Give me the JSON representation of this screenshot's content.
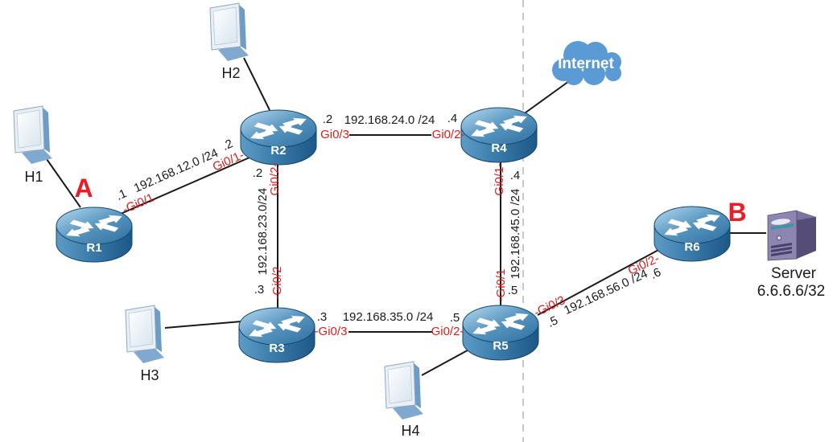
{
  "diagram": {
    "markers": {
      "a": "A",
      "b": "B"
    },
    "nodes": {
      "r1": {
        "label": "R1"
      },
      "r2": {
        "label": "R2"
      },
      "r3": {
        "label": "R3"
      },
      "r4": {
        "label": "R4"
      },
      "r5": {
        "label": "R5"
      },
      "r6": {
        "label": "R6"
      },
      "h1": {
        "label": "H1"
      },
      "h2": {
        "label": "H2"
      },
      "h3": {
        "label": "H3"
      },
      "h4": {
        "label": "H4"
      },
      "internet": {
        "label": "Internet"
      },
      "server": {
        "label": "Server",
        "address": "6.6.6.6/32"
      }
    },
    "links": {
      "r1_r2": {
        "network": "192.168.12.0 /24",
        "near_ip": ".1",
        "near_if": "-Gi0/1",
        "far_ip": ".2",
        "far_if": "Gi0/1-"
      },
      "r2_r4": {
        "network": "192.168.24.0 /24",
        "near_ip": ".2",
        "near_if": "Gi0/3",
        "far_ip": ".4",
        "far_if": "Gi0/2-"
      },
      "r2_r3": {
        "network": "192.168.23.0/24",
        "near_ip": ".2",
        "near_if": "Gi0/2-",
        "far_ip": ".3",
        "far_if": "-Gi0/2"
      },
      "r4_r5": {
        "network": "192.168.45.0 /24",
        "near_ip": ".4",
        "near_if": "Gi0/1-",
        "far_ip": ".5",
        "far_if": "-Gi0/1"
      },
      "r3_r5": {
        "network": "192.168.35.0 /24",
        "near_ip": ".3",
        "near_if": "-Gi0/3",
        "far_ip": ".5",
        "far_if": "Gi0/2-"
      },
      "r5_r6": {
        "network": "192.168.56.0 /24",
        "near_ip": ".5",
        "near_if": "-Gi0/3",
        "far_ip": ".6",
        "far_if": "Gi0/2-"
      }
    },
    "colors": {
      "interface_text": "#e11b1b",
      "marker_text": "#ed1c24",
      "link_line": "#1a1a1a",
      "boundary_dash": "#c8c8c8",
      "cloud_fill": "#5b9bd5",
      "router_blue": "#3a7cab",
      "server_purple": "#8d86b2"
    }
  }
}
